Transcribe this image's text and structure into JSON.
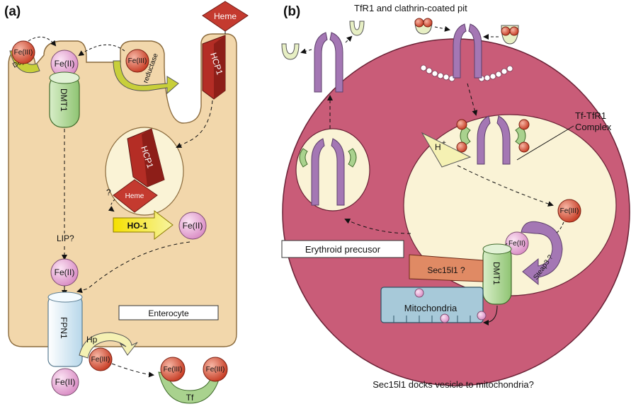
{
  "panel_a": {
    "label": "(a)",
    "cell_label": "Enterocyte",
    "heme": "Heme",
    "heme_inner": "Heme",
    "hcp1_apical": "HCP1",
    "hcp1_vesicle": "HCP1",
    "dcytb": "Dcytb?",
    "fe3_dcytb": "Fe(III)",
    "fe2_top": "Fe(II)",
    "fe3_reductase": "Fe(III)",
    "reductase": "reductase",
    "dmt1": "DMT1",
    "question": "?",
    "ho1": "HO-1",
    "fe2_ho1": "Fe(II)",
    "lip": "LIP?",
    "fe2_lip": "Fe(II)",
    "fpn1": "FPN1",
    "hp": "Hp",
    "fe3_hp": "Fe(III)",
    "fe2_bottom": "Fe(II)",
    "fe3_tf1": "Fe(III)",
    "fe3_tf2": "Fe(III)",
    "tf": "Tf"
  },
  "panel_b": {
    "label": "(b)",
    "title": "TfR1 and clathrin-coated pit",
    "complex_line1": "Tf-TfR1",
    "complex_line2": "Complex",
    "h_plus": "H",
    "h_sup": "+",
    "fe3_endosome": "Fe(III)",
    "fe2_dmt1": "Fe(II)",
    "dmt1": "DMT1",
    "steap3": "Steap3 ?",
    "sec15": "Sec15l1 ?",
    "erythroid": "Erythroid precusor",
    "mitochondria": "Mitochondria",
    "caption": "Sec15l1 docks vesicle to mitochondria?"
  },
  "colors": {
    "enterocyte": "#f2d7ab",
    "erythroid": "#c95c78",
    "vesicle": "#faf3d6",
    "fe2": "#e7a6d4",
    "fe3": "#d9492f",
    "hcp1": "#b42d25",
    "tfr1": "#a477b4",
    "dmt1": "#a9d28e",
    "mitochondria": "#a7c9d9"
  }
}
